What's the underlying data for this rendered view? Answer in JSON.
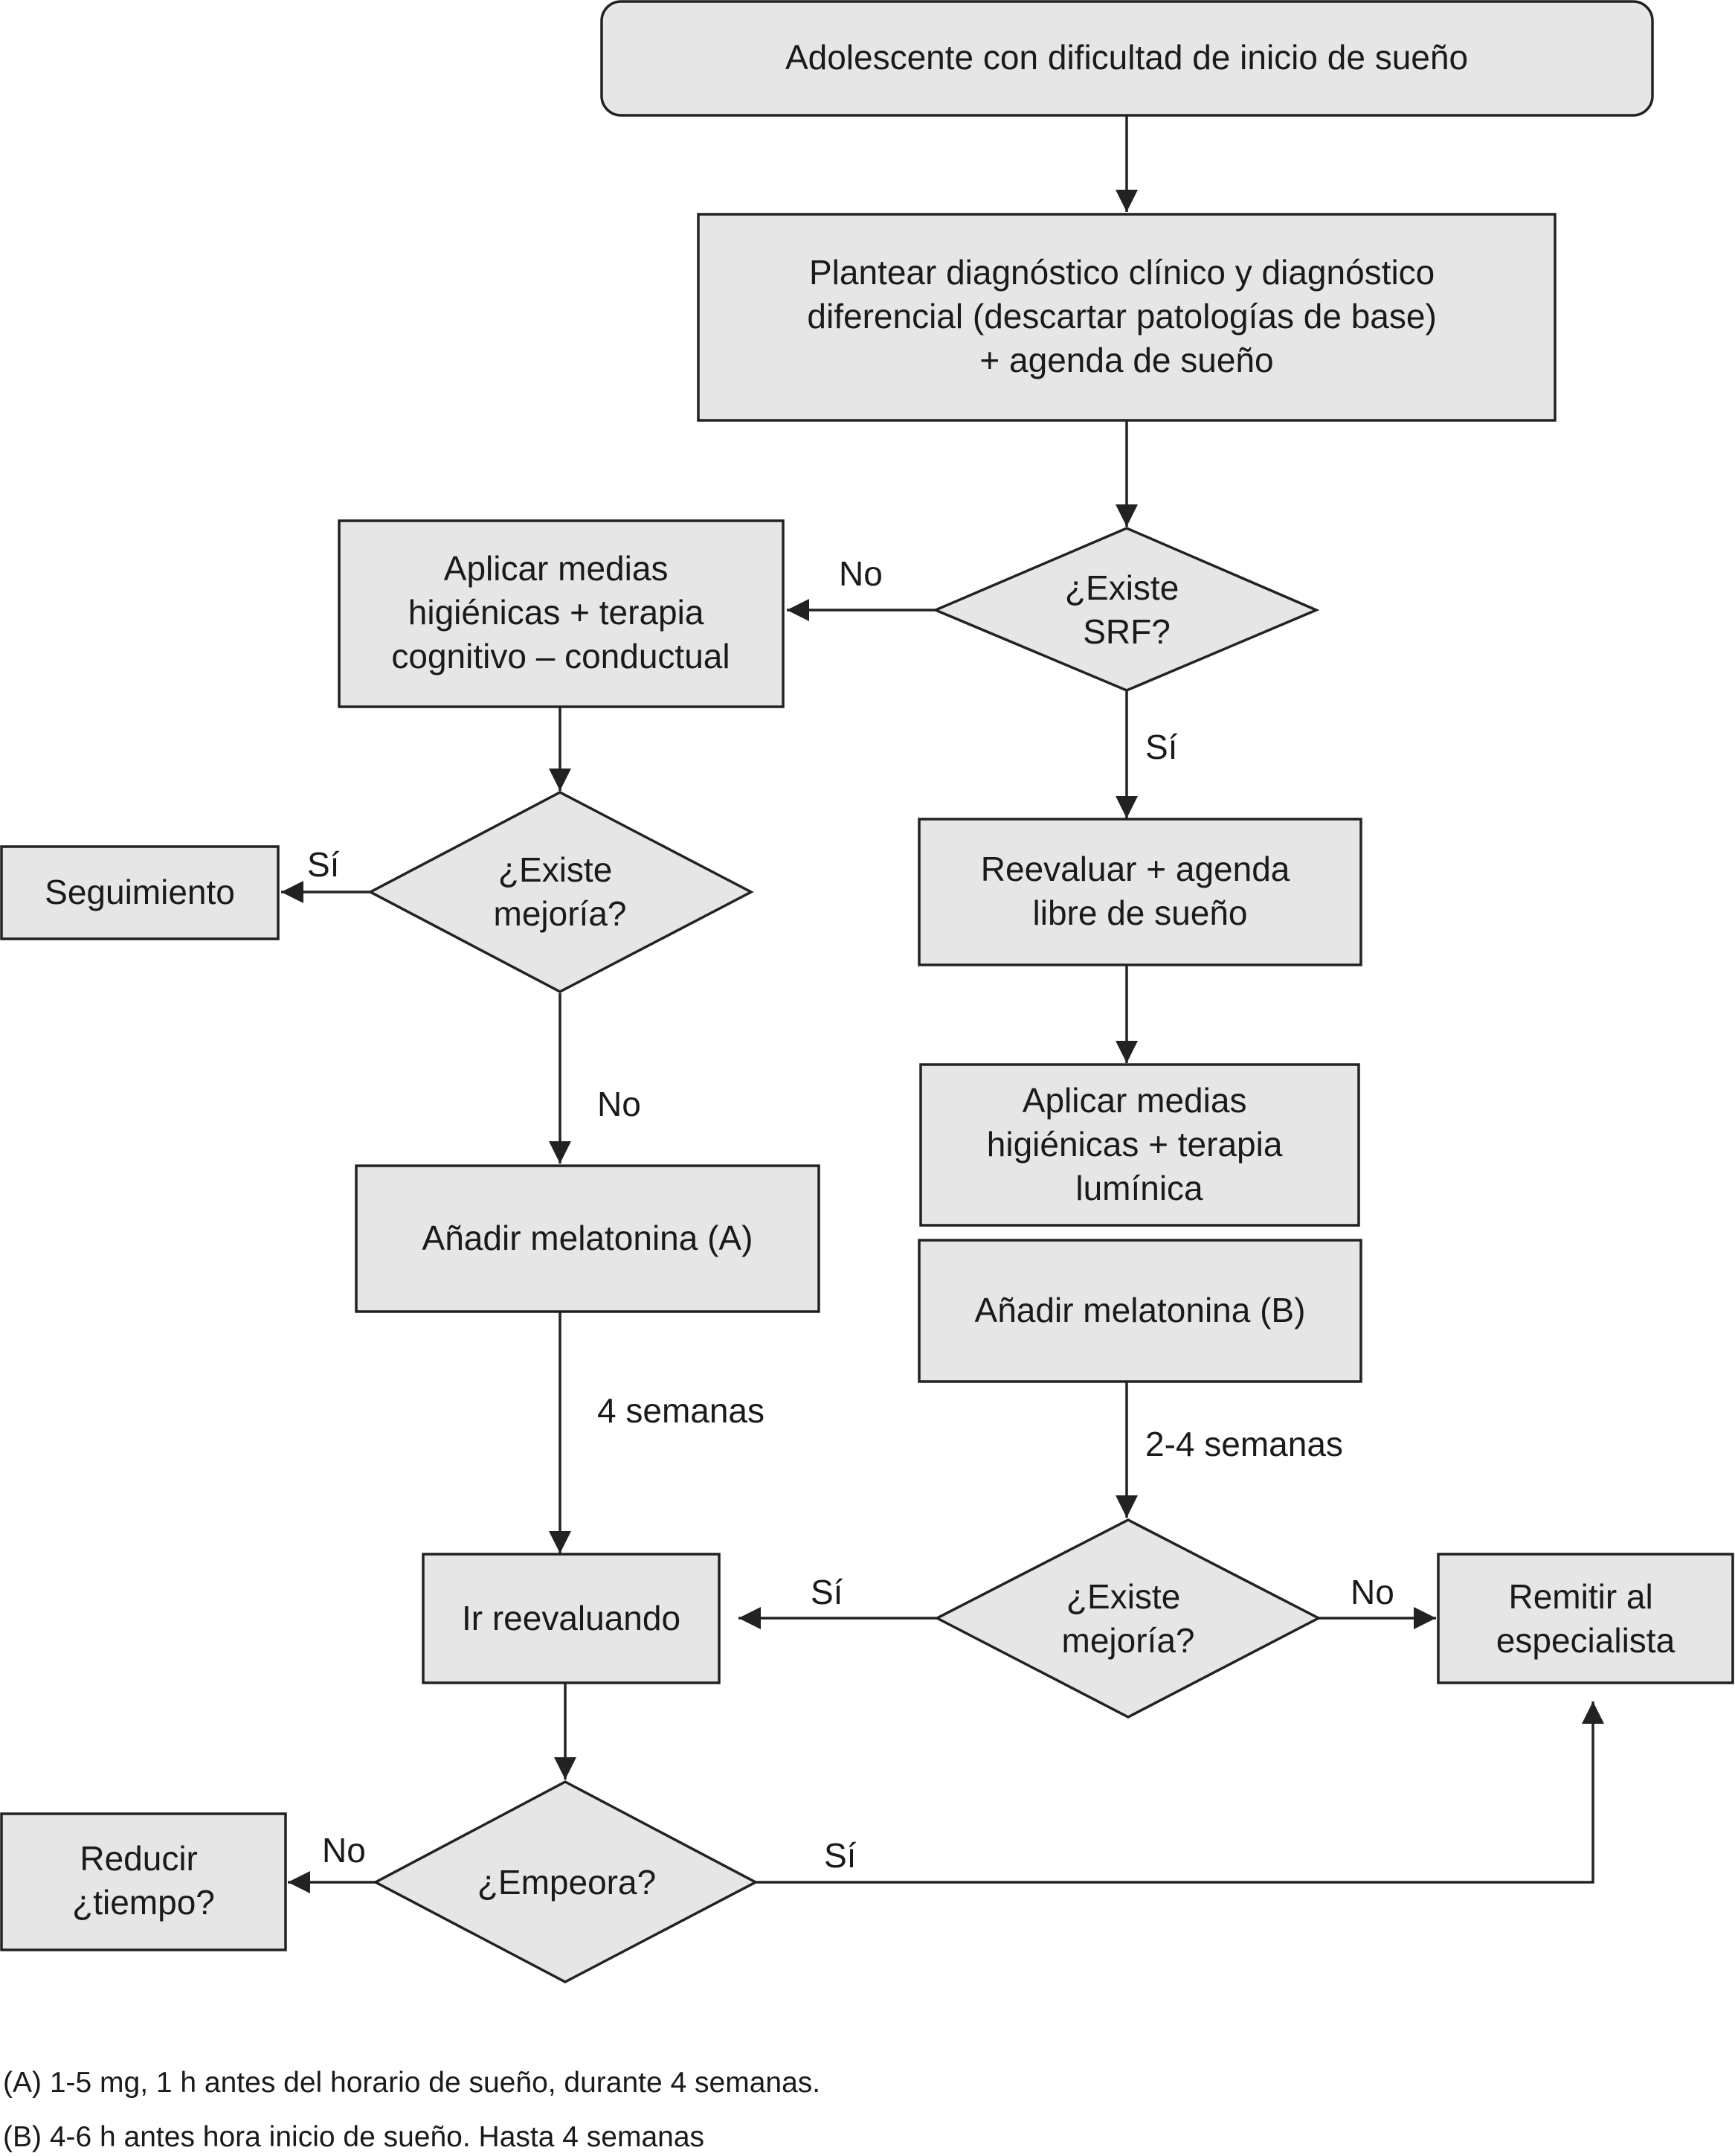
{
  "nodes": {
    "start": {
      "lines": [
        "Adolescente con dificultad de inicio de sueño"
      ]
    },
    "diagnostico": {
      "lines": [
        "Plantear diagnóstico clínico y diagnóstico",
        "diferencial (descartar patologías de base)",
        "+ agenda de sueño"
      ]
    },
    "existe_srf": {
      "lines": [
        "¿Existe",
        "SRF?"
      ]
    },
    "medidas_tcc": {
      "lines": [
        "Aplicar medias",
        "higiénicas + terapia",
        "cognitivo – conductual"
      ]
    },
    "mejoria_1": {
      "lines": [
        "¿Existe",
        "mejoría?"
      ]
    },
    "seguimiento": {
      "lines": [
        "Seguimiento"
      ]
    },
    "melatonina_a": {
      "lines": [
        "Añadir melatonina (A)"
      ]
    },
    "reevaluar_agenda": {
      "lines": [
        "Reevaluar + agenda",
        "libre de sueño"
      ]
    },
    "medidas_luminica": {
      "lines": [
        "Aplicar medias",
        "higiénicas + terapia",
        "lumínica"
      ]
    },
    "melatonina_b": {
      "lines": [
        "Añadir melatonina (B)"
      ]
    },
    "mejoria_2": {
      "lines": [
        "¿Existe",
        "mejoría?"
      ]
    },
    "ir_reevaluando": {
      "lines": [
        "Ir reevaluando"
      ]
    },
    "remitir": {
      "lines": [
        "Remitir al",
        "especialista"
      ]
    },
    "empeora": {
      "lines": [
        "¿Empeora?"
      ]
    },
    "reducir": {
      "lines": [
        "Reducir",
        "¿tiempo?"
      ]
    }
  },
  "edge_labels": {
    "srf_no": "No",
    "srf_si": "Sí",
    "mejoria1_si": "Sí",
    "mejoria1_no": "No",
    "cuatro_semanas": "4 semanas",
    "dos_cuatro_semanas": "2-4 semanas",
    "mejoria2_si": "Sí",
    "mejoria2_no": "No",
    "empeora_no": "No",
    "empeora_si": "Sí"
  },
  "footnotes": {
    "a": "(A) 1-5 mg, 1 h antes del horario de sueño, durante 4 semanas.",
    "b": "(B)  4-6 h antes hora inicio de sueño. Hasta 4 semanas"
  }
}
